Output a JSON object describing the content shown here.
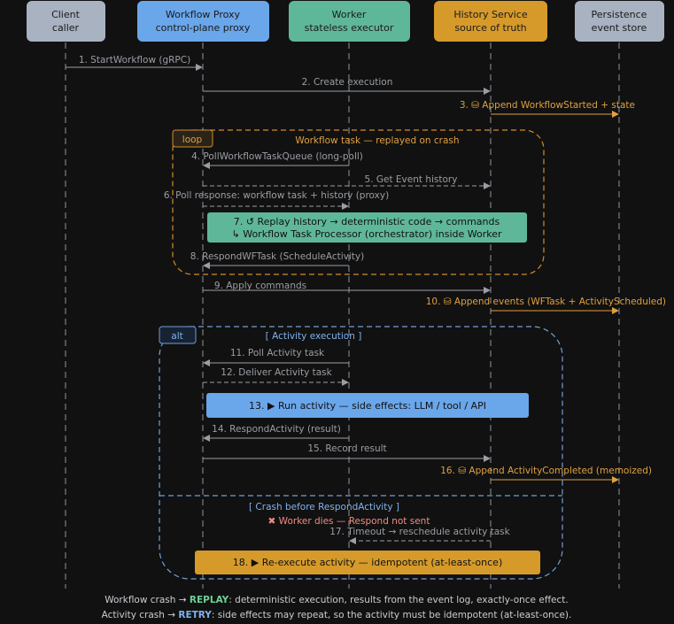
{
  "participants": [
    {
      "id": "client",
      "title": "Client",
      "subtitle": "caller",
      "color": "#a8b2c1"
    },
    {
      "id": "proxy",
      "title": "Workflow Proxy",
      "subtitle": "control-plane proxy",
      "color": "#6aa6ea"
    },
    {
      "id": "worker",
      "title": "Worker",
      "subtitle": "stateless executor",
      "color": "#5fb79a"
    },
    {
      "id": "history",
      "title": "History Service",
      "subtitle": "source of truth",
      "color": "#d69a2b"
    },
    {
      "id": "persistence",
      "title": "Persistence",
      "subtitle": "event store",
      "color": "#a8b2c1"
    }
  ],
  "messages": {
    "m1": "1. StartWorkflow (gRPC)",
    "m2": "2. Create execution",
    "m3": "3. ⛁ Append WorkflowStarted + state",
    "m4": "4. PollWorkflowTaskQueue (long-poll)",
    "m5": "5. Get Event history",
    "m6": "6. Poll response: workflow task + history (proxy)",
    "m8": "8. RespondWFTask (ScheduleActivity)",
    "m9": "9. Apply commands",
    "m10": "10. ⛁ Append events (WFTask + ActivityScheduled)",
    "m11": "11. Poll Activity task",
    "m12": "12. Deliver Activity task",
    "m14": "14. RespondActivity (result)",
    "m15": "15. Record result",
    "m16": "16. ⛁ Append ActivityCompleted (memoized)",
    "m17": "17. Timeout → reschedule activity task"
  },
  "notes": {
    "n7_line1": "7. ↺ Replay history → deterministic code → commands",
    "n7_line2": "↳ Workflow Task Processor (orchestrator) inside Worker",
    "n13": "13. ▶ Run activity — side effects: LLM / tool / API",
    "n18": "18. ▶ Re-execute activity — idempotent (at-least-once)"
  },
  "fragments": {
    "loop_tag": "loop",
    "loop_title": "Workflow task — replayed on crash",
    "alt_tag": "alt",
    "alt_title": "[ Activity execution ]",
    "alt_else": "[ Crash before RespondActivity ]",
    "crash_text": "✖ Worker dies — Respond not sent"
  },
  "footer": {
    "line1_prefix": "Workflow crash → ",
    "line1_key": "REPLAY",
    "line1_rest": ": deterministic execution, results from the event log, exactly-once effect.",
    "line2_prefix": "Activity crash → ",
    "line2_key": "RETRY",
    "line2_rest": ": side effects may repeat, so the activity must be idempotent (at-least-once)."
  },
  "colors": {
    "loop_border": "#d38d2a",
    "alt_border": "#6f9fd8",
    "replay": "#6fcf97",
    "retry": "#7fb2ef",
    "crash": "#f28b82"
  }
}
